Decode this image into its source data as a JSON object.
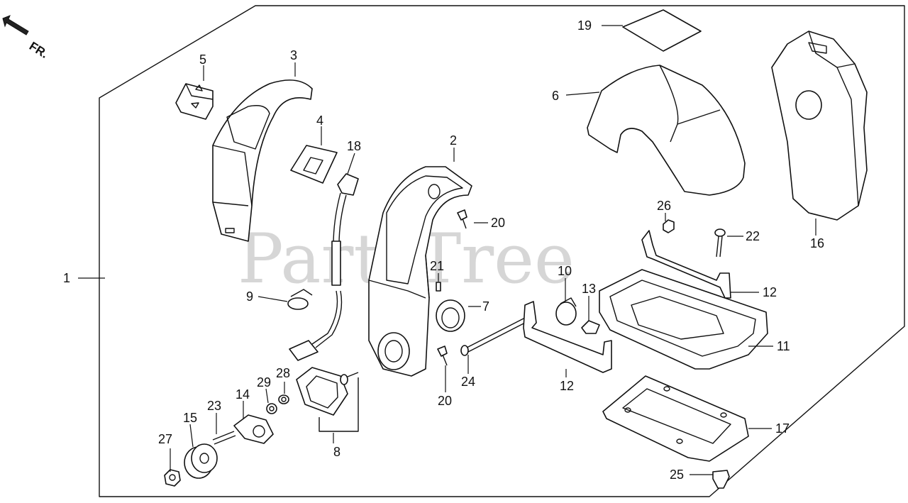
{
  "watermark": "PartsTree",
  "direction_label": "FR.",
  "callouts": [
    {
      "id": "c1",
      "text": "1"
    },
    {
      "id": "c2",
      "text": "2"
    },
    {
      "id": "c3",
      "text": "3"
    },
    {
      "id": "c4",
      "text": "4"
    },
    {
      "id": "c5",
      "text": "5"
    },
    {
      "id": "c6",
      "text": "6"
    },
    {
      "id": "c7",
      "text": "7"
    },
    {
      "id": "c8",
      "text": "8"
    },
    {
      "id": "c9",
      "text": "9"
    },
    {
      "id": "c10",
      "text": "10"
    },
    {
      "id": "c11",
      "text": "11"
    },
    {
      "id": "c12a",
      "text": "12"
    },
    {
      "id": "c12b",
      "text": "12"
    },
    {
      "id": "c13",
      "text": "13"
    },
    {
      "id": "c14",
      "text": "14"
    },
    {
      "id": "c15",
      "text": "15"
    },
    {
      "id": "c16",
      "text": "16"
    },
    {
      "id": "c17",
      "text": "17"
    },
    {
      "id": "c18",
      "text": "18"
    },
    {
      "id": "c19",
      "text": "19"
    },
    {
      "id": "c20a",
      "text": "20"
    },
    {
      "id": "c20b",
      "text": "20"
    },
    {
      "id": "c21",
      "text": "21"
    },
    {
      "id": "c22",
      "text": "22"
    },
    {
      "id": "c23",
      "text": "23"
    },
    {
      "id": "c24",
      "text": "24"
    },
    {
      "id": "c25",
      "text": "25"
    },
    {
      "id": "c26",
      "text": "26"
    },
    {
      "id": "c27",
      "text": "27"
    },
    {
      "id": "c28",
      "text": "28"
    },
    {
      "id": "c29",
      "text": "29"
    }
  ]
}
